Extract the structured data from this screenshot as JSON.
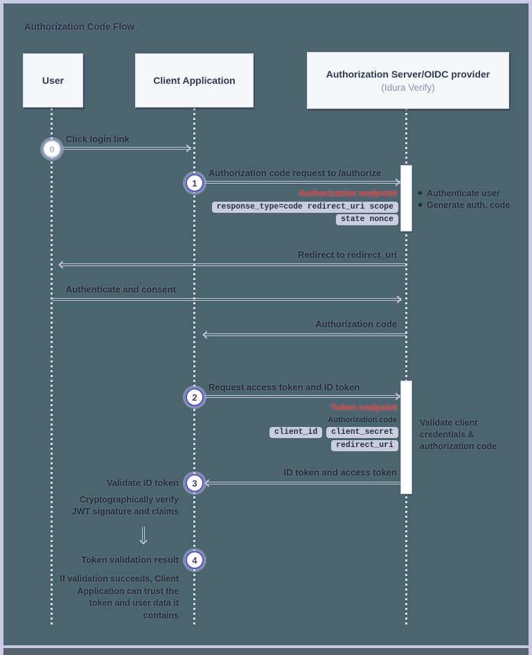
{
  "title": "Authorization Code Flow",
  "actors": [
    {
      "name": "User"
    },
    {
      "name": "Client Application"
    },
    {
      "name": "Authorization Server/OIDC provider",
      "subtitle": "(Idura Verify)"
    }
  ],
  "steps": {
    "step0": {
      "num": "0",
      "label": "Click login link"
    },
    "step1": {
      "num": "1",
      "label": "Authorization code request to /authorize",
      "endpoint": "Authorization endpoint",
      "params_line1": "response_type=code redirect_uri scope",
      "params_line2": "state nonce"
    },
    "server_actions1": [
      "Authenticate user",
      "Generate auth. code"
    ],
    "redirect": {
      "label": "Redirect to redirect_uri"
    },
    "consent": {
      "label": "Authenticate and consent"
    },
    "authcode": {
      "label": "Authorization code"
    },
    "step2": {
      "num": "2",
      "label": "Request access token and ID token",
      "endpoint": "Token endpoint",
      "sublabel": "Authorization code",
      "chips": [
        "client_id",
        "client_secret",
        "redirect_uri"
      ]
    },
    "server_actions2": "Validate client\ncredentials &\nauthorization code",
    "step3": {
      "num": "3",
      "label": "ID token and access token",
      "side_label": "Validate ID token",
      "note": "Cryptographically verify\nJWT signature and claims"
    },
    "step4": {
      "num": "4",
      "label": "Token validation result",
      "note": "If validation succeeds, Client\nApplication can trust the\ntoken and user data it\ncontains"
    }
  },
  "colors": {
    "background": "#4a6470",
    "frame": "#c9cbe4",
    "box_background": "#f6f7fb",
    "text_dark": "#272b3e",
    "endpoint_red": "#e23d3c",
    "chip_background": "#caccdf",
    "step_accent": "#5753d8",
    "arrow": "#c3c6dd"
  }
}
